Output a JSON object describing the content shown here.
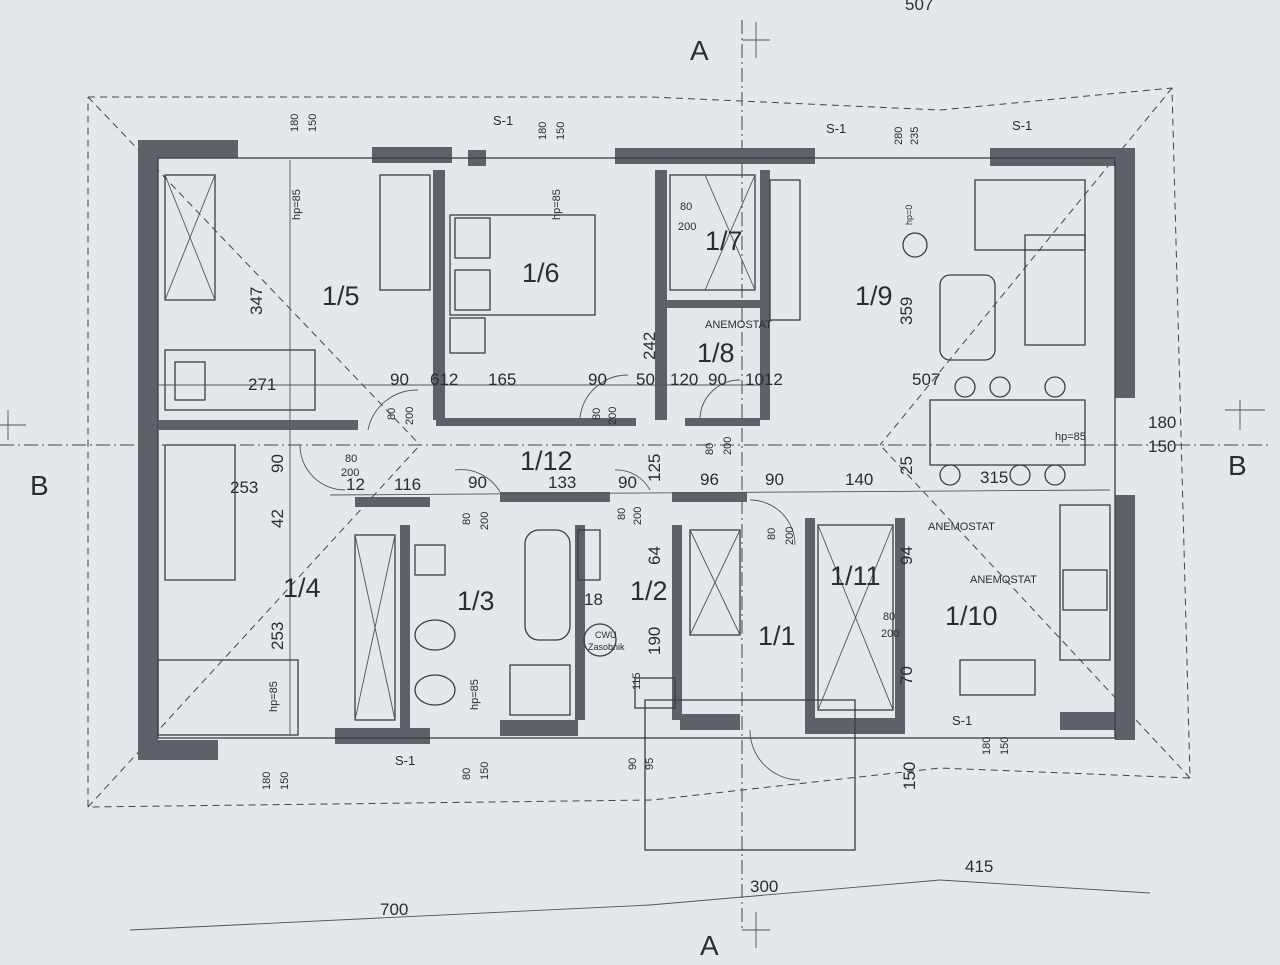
{
  "rooms": {
    "r15": "1/5",
    "r16": "1/6",
    "r17": "1/7",
    "r18": "1/8",
    "r19": "1/9",
    "r112": "1/12",
    "r14": "1/4",
    "r13": "1/3",
    "r12": "1/2",
    "r11": "1/1",
    "r111": "1/11",
    "r110": "1/10"
  },
  "section_marks": {
    "a_top": "A",
    "a_bottom": "A",
    "b_left": "B",
    "b_right": "B",
    "s1": "S-1"
  },
  "labels": {
    "anemostat": "ANEMOSTAT",
    "hp85": "hp=85",
    "cwu": "CWU",
    "zasobnik": "Zasobnik",
    "hp0": "hp=0",
    "top_fragment": "507"
  },
  "dimensions": {
    "d347": "347",
    "d271": "271",
    "d90": "90",
    "d612": "612",
    "d165": "165",
    "d50": "50",
    "d120": "120",
    "d1012": "1012",
    "d242": "242",
    "d359": "359",
    "d507": "507",
    "d133": "133",
    "d116": "116",
    "d12": "12",
    "d253": "253",
    "d42": "42",
    "d125": "125",
    "d96": "96",
    "d140": "140",
    "d25": "25",
    "d315": "315",
    "d64": "64",
    "d190": "190",
    "d94": "94",
    "d70": "70",
    "d700": "700",
    "d300": "300",
    "d415": "415",
    "d180": "180",
    "d150": "150",
    "d80": "80",
    "d200": "200",
    "d95": "95",
    "d115": "115",
    "d18": "18",
    "d280": "280",
    "d235": "235"
  }
}
